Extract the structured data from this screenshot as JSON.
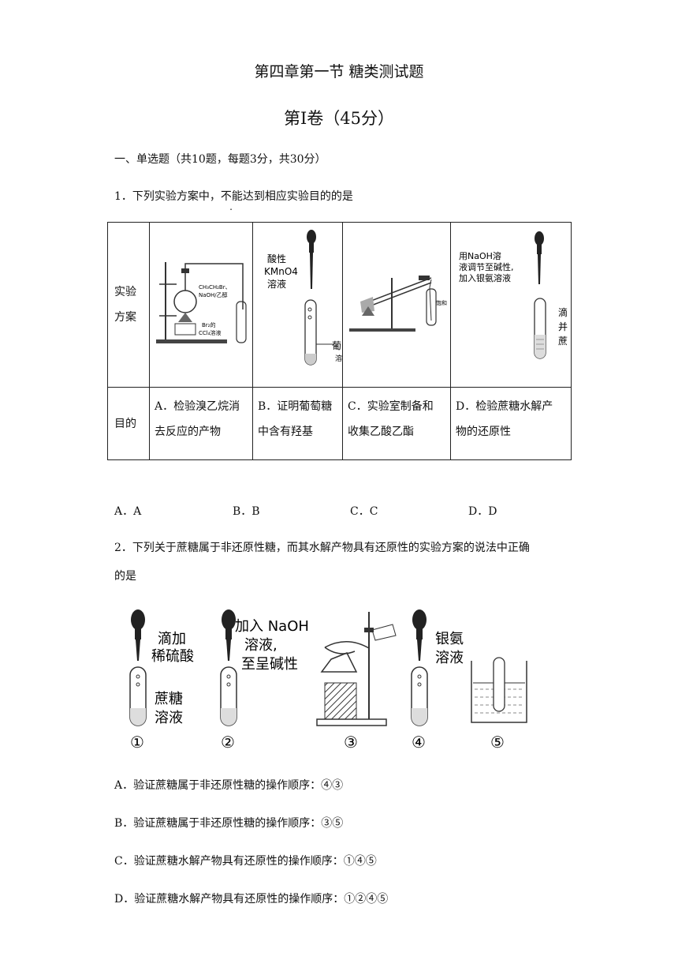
{
  "doc": {
    "title": "第四章第一节 糖类测试题",
    "subtitle": "第Ⅰ卷（45分）",
    "section": "一、单选题（共10题，每题3分，共30分）"
  },
  "q1": {
    "stem_prefix": "1．下列实验方案中，",
    "stem_emph": "不能",
    "stem_suffix": "达到相应实验目的的是",
    "row1_label_a": "实验",
    "row1_label_b": "方案",
    "row2_label": "目的",
    "fig_a": {
      "line1": "CH₃CH₂Br、",
      "line2": "NaOH/乙醇",
      "line3": "Br₂的",
      "line4": "CCl₄溶液"
    },
    "fig_b": {
      "line1": "酸性",
      "line2": "KMnO4",
      "line3": "溶液",
      "line4": "葡",
      "line5": "溶"
    },
    "fig_c": {
      "line1": "饱和"
    },
    "fig_d": {
      "line1": "用NaOH溶",
      "line2": "液调节至碱性,",
      "line3": "加入银氨溶液",
      "line4": "滴",
      "line5": "并",
      "line6": "蔗"
    },
    "goal_a_1": "A．检验溴乙烷消",
    "goal_a_2": "去反应的产物",
    "goal_b_1": "B．证明葡萄糖",
    "goal_b_2": "中含有羟基",
    "goal_c_1": "C．实验室制备和",
    "goal_c_2": "收集乙酸乙酯",
    "goal_d_1": "D．检验蔗糖水解产",
    "goal_d_2": "物的还原性",
    "options": [
      "A．A",
      "B．B",
      "C．C",
      "D．D"
    ]
  },
  "q2": {
    "stem_1": "2．下列关于蔗糖属于非还原性糖，而其水解产物具有还原性的实验方案的说法中正确",
    "stem_2": "的是",
    "fig": {
      "l1a": "滴加",
      "l1b": "稀硫酸",
      "l1c": "蔗糖",
      "l1d": "溶液",
      "l2a": "加入 NaOH",
      "l2b": "溶液,",
      "l2c": "至呈碱性",
      "l4a": "银氨",
      "l4b": "溶液",
      "n1": "①",
      "n2": "②",
      "n3": "③",
      "n4": "④",
      "n5": "⑤"
    },
    "options": [
      "A．验证蔗糖属于非还原性糖的操作顺序：④③",
      "B．验证蔗糖属于非还原性糖的操作顺序：③⑤",
      "C．验证蔗糖水解产物具有还原性的操作顺序：①④⑤",
      "D．验证蔗糖水解产物具有还原性的操作顺序：①②④⑤"
    ]
  }
}
